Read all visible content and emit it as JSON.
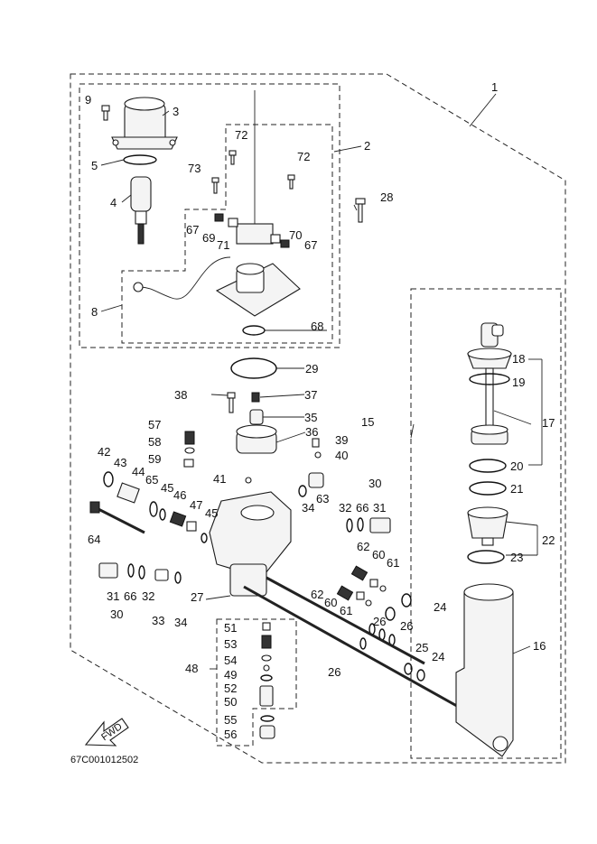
{
  "diagram": {
    "reference_code": "67C001012502",
    "fwd_label": "FWD",
    "callouts": [
      {
        "id": "c1",
        "text": "1"
      },
      {
        "id": "c2",
        "text": "2"
      },
      {
        "id": "c3",
        "text": "3"
      },
      {
        "id": "c4",
        "text": "4"
      },
      {
        "id": "c5",
        "text": "5"
      },
      {
        "id": "c8",
        "text": "8"
      },
      {
        "id": "c9",
        "text": "9"
      },
      {
        "id": "c15",
        "text": "15"
      },
      {
        "id": "c16",
        "text": "16"
      },
      {
        "id": "c17",
        "text": "17"
      },
      {
        "id": "c18",
        "text": "18"
      },
      {
        "id": "c19",
        "text": "19"
      },
      {
        "id": "c20",
        "text": "20"
      },
      {
        "id": "c21",
        "text": "21"
      },
      {
        "id": "c22",
        "text": "22"
      },
      {
        "id": "c23",
        "text": "23"
      },
      {
        "id": "c24a",
        "text": "24"
      },
      {
        "id": "c24b",
        "text": "24"
      },
      {
        "id": "c25",
        "text": "25"
      },
      {
        "id": "c26a",
        "text": "26"
      },
      {
        "id": "c26b",
        "text": "26"
      },
      {
        "id": "c26c",
        "text": "26"
      },
      {
        "id": "c27",
        "text": "27"
      },
      {
        "id": "c28",
        "text": "28"
      },
      {
        "id": "c29",
        "text": "29"
      },
      {
        "id": "c30a",
        "text": "30"
      },
      {
        "id": "c30b",
        "text": "30"
      },
      {
        "id": "c31a",
        "text": "31"
      },
      {
        "id": "c31b",
        "text": "31"
      },
      {
        "id": "c32a",
        "text": "32"
      },
      {
        "id": "c32b",
        "text": "32"
      },
      {
        "id": "c33",
        "text": "33"
      },
      {
        "id": "c34a",
        "text": "34"
      },
      {
        "id": "c34b",
        "text": "34"
      },
      {
        "id": "c35",
        "text": "35"
      },
      {
        "id": "c36",
        "text": "36"
      },
      {
        "id": "c37",
        "text": "37"
      },
      {
        "id": "c38",
        "text": "38"
      },
      {
        "id": "c39",
        "text": "39"
      },
      {
        "id": "c40",
        "text": "40"
      },
      {
        "id": "c41",
        "text": "41"
      },
      {
        "id": "c42",
        "text": "42"
      },
      {
        "id": "c43",
        "text": "43"
      },
      {
        "id": "c44",
        "text": "44"
      },
      {
        "id": "c45a",
        "text": "45"
      },
      {
        "id": "c45b",
        "text": "45"
      },
      {
        "id": "c46",
        "text": "46"
      },
      {
        "id": "c47",
        "text": "47"
      },
      {
        "id": "c48",
        "text": "48"
      },
      {
        "id": "c49",
        "text": "49"
      },
      {
        "id": "c50",
        "text": "50"
      },
      {
        "id": "c51",
        "text": "51"
      },
      {
        "id": "c52",
        "text": "52"
      },
      {
        "id": "c53",
        "text": "53"
      },
      {
        "id": "c54",
        "text": "54"
      },
      {
        "id": "c55",
        "text": "55"
      },
      {
        "id": "c56",
        "text": "56"
      },
      {
        "id": "c57",
        "text": "57"
      },
      {
        "id": "c58",
        "text": "58"
      },
      {
        "id": "c59",
        "text": "59"
      },
      {
        "id": "c60a",
        "text": "60"
      },
      {
        "id": "c60b",
        "text": "60"
      },
      {
        "id": "c61a",
        "text": "61"
      },
      {
        "id": "c61b",
        "text": "61"
      },
      {
        "id": "c62a",
        "text": "62"
      },
      {
        "id": "c62b",
        "text": "62"
      },
      {
        "id": "c63",
        "text": "63"
      },
      {
        "id": "c64",
        "text": "64"
      },
      {
        "id": "c65",
        "text": "65"
      },
      {
        "id": "c66a",
        "text": "66"
      },
      {
        "id": "c66b",
        "text": "66"
      },
      {
        "id": "c67a",
        "text": "67"
      },
      {
        "id": "c67b",
        "text": "67"
      },
      {
        "id": "c68",
        "text": "68"
      },
      {
        "id": "c69",
        "text": "69"
      },
      {
        "id": "c70",
        "text": "70"
      },
      {
        "id": "c71",
        "text": "71"
      },
      {
        "id": "c72a",
        "text": "72"
      },
      {
        "id": "c72b",
        "text": "72"
      },
      {
        "id": "c73",
        "text": "73"
      }
    ]
  }
}
